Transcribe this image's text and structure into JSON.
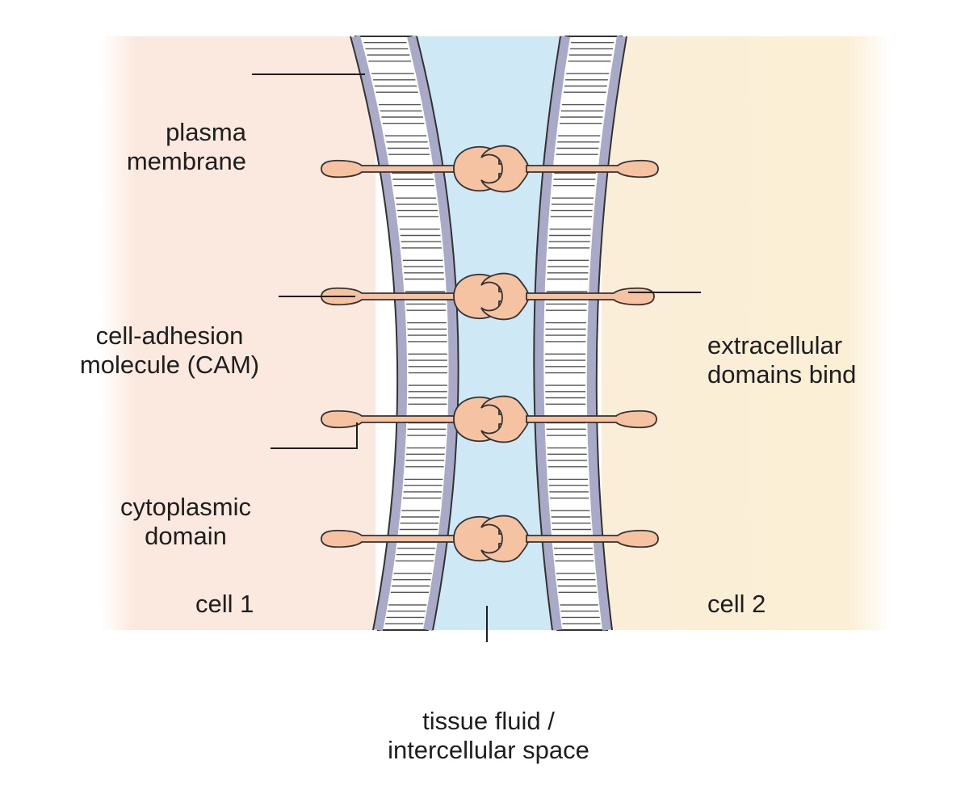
{
  "labels": {
    "plasma_membrane": [
      "plasma",
      "membrane"
    ],
    "cam": [
      "cell-adhesion",
      "molecule (CAM)"
    ],
    "cytoplasmic_domain": [
      "cytoplasmic",
      "domain"
    ],
    "extracellular_domains": [
      "extracellular",
      "domains bind"
    ],
    "cell1": "cell 1",
    "cell2": "cell 2",
    "tissue_fluid": [
      "tissue fluid /",
      "intercellular space"
    ]
  },
  "colors": {
    "cell1_background": "#fbe9df",
    "cell2_background": "#fbefd6",
    "tissue_fluid": "#cfe8f5",
    "membrane_outline": "#a9aac8",
    "membrane_core": "#ffffff",
    "cam_protein": "#f5c3a2",
    "cam_outline": "#333333",
    "leader_line": "#1e1e1e",
    "text": "#1e1e1e"
  },
  "cam_count": 4
}
